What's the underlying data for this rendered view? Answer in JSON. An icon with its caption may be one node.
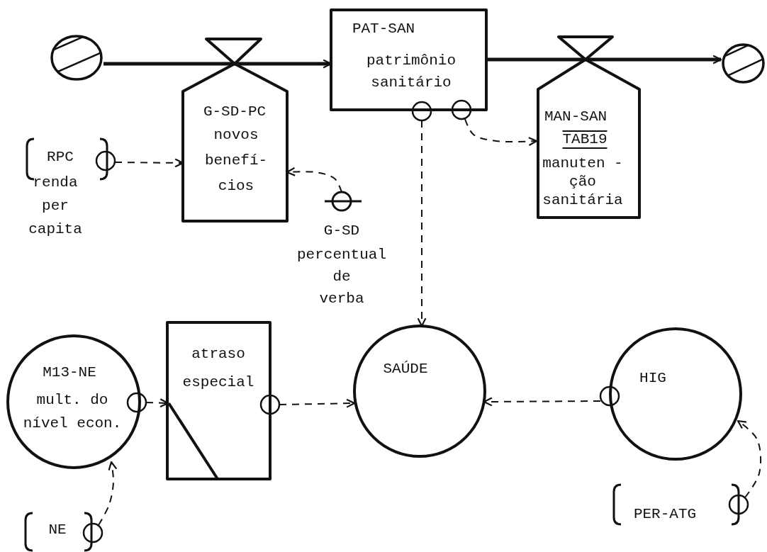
{
  "diagram": {
    "nodes": [
      {
        "text": [],
        "shape": "cloud"
      },
      {
        "text": [
          "G-SD-PC",
          "novos benefí- cios"
        ]
      },
      {
        "text": [
          "PAT-SAN",
          "patrimônio sanitário"
        ]
      },
      {
        "text": [
          "MAN-SAN",
          "TAB19",
          "manuten - ção sanitária"
        ]
      },
      {
        "text": [],
        "shape": "cloud"
      },
      {
        "text": [
          "RPC",
          "renda per capita"
        ]
      },
      {
        "text": [
          "G-SD",
          "percentual de verba"
        ]
      },
      {
        "text": [
          "SAÚDE"
        ]
      },
      {
        "text": [
          "M13-NE",
          "mult. do nível econ."
        ]
      },
      {
        "text": [
          "atraso especial"
        ]
      },
      {
        "text": [
          "HIG"
        ]
      },
      {
        "text": [
          "NE"
        ]
      },
      {
        "text": [
          "PER-ATG"
        ]
      }
    ],
    "edges": [
      {
        "from": 0,
        "to": 1,
        "arrow": "none",
        "style": "thick"
      },
      {
        "from": 1,
        "to": 2,
        "arrow": "to",
        "style": "thick"
      },
      {
        "from": 2,
        "to": 3,
        "arrow": "none",
        "style": "thick"
      },
      {
        "from": 3,
        "to": 4,
        "arrow": "to",
        "style": "thick"
      },
      {
        "from": 5,
        "to": 1,
        "arrow": "to",
        "style": "dashed"
      },
      {
        "from": 6,
        "to": 1,
        "arrow": "to",
        "style": "dashed"
      },
      {
        "from": 2,
        "to": 3,
        "arrow": "to",
        "style": "dashed"
      },
      {
        "from": 2,
        "to": 7,
        "arrow": "to",
        "style": "dashed"
      },
      {
        "from": 8,
        "to": 9,
        "arrow": "to",
        "style": "dashed"
      },
      {
        "from": 9,
        "to": 7,
        "arrow": "to",
        "style": "dashed"
      },
      {
        "from": 10,
        "to": 7,
        "arrow": "to",
        "style": "dashed"
      },
      {
        "from": 11,
        "to": 8,
        "arrow": "to",
        "style": "dashed"
      },
      {
        "from": 12,
        "to": 10,
        "arrow": "to",
        "style": "dashed"
      }
    ]
  }
}
